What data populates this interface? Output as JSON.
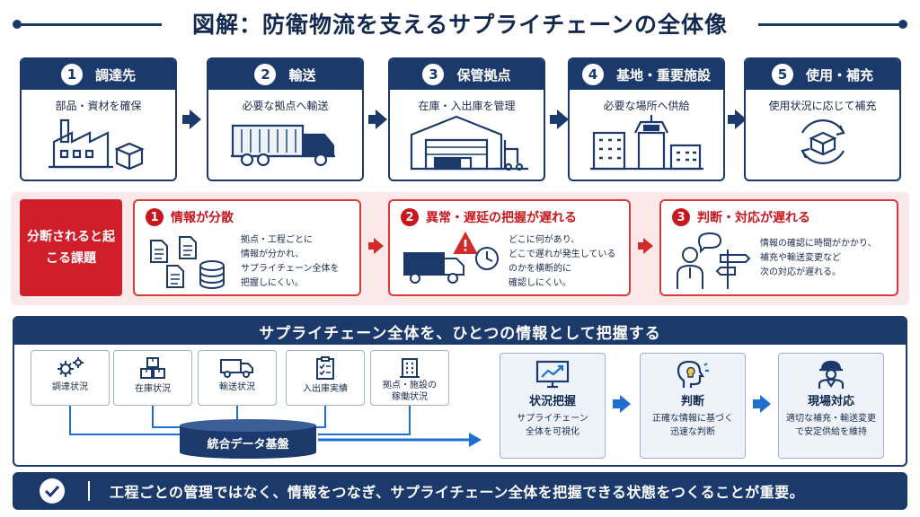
{
  "title": "図解：防衛物流を支えるサプライチェーンの全体像",
  "steps": [
    {
      "num": "1",
      "label": "調達先",
      "desc": "部品・資材を確保",
      "icon": "factory-icon"
    },
    {
      "num": "2",
      "label": "輸送",
      "desc": "必要な拠点へ輸送",
      "icon": "truck-icon"
    },
    {
      "num": "3",
      "label": "保管拠点",
      "desc": "在庫・入出庫を管理",
      "icon": "warehouse-icon"
    },
    {
      "num": "4",
      "label": "基地・重要施設",
      "desc": "必要な場所へ供給",
      "icon": "base-facility-icon"
    },
    {
      "num": "5",
      "label": "使用・補充",
      "desc": "使用状況に応じて補充",
      "icon": "replenish-cycle-icon"
    }
  ],
  "issues": {
    "label": "分断されると起こる課題",
    "items": [
      {
        "num": "1",
        "title": "情報が分散",
        "text": "拠点・工程ごとに\n情報が分かれ、\nサプライチェーン全体を\n把握しにくい。",
        "icon": "scattered-documents-icon"
      },
      {
        "num": "2",
        "title": "異常・遅延の把握が遅れる",
        "text": "どこに何があり、\nどこで遅れが発生している\nのかを横断的に\n確認しにくい。",
        "icon": "delayed-truck-icon"
      },
      {
        "num": "3",
        "title": "判断・対応が遅れる",
        "text": "情報の確認に時間がかかり、\n補充や輸送変更など\n次の対応が遅れる。",
        "icon": "confused-person-icon"
      }
    ]
  },
  "solution": {
    "heading": "サプライチェーン全体を、ひとつの情報として把握する",
    "sources": [
      {
        "label": "調達状況",
        "icon": "gears-icon"
      },
      {
        "label": "在庫状況",
        "icon": "boxes-icon"
      },
      {
        "label": "輸送状況",
        "icon": "truck-icon"
      },
      {
        "label": "入出庫実績",
        "icon": "checklist-icon"
      },
      {
        "label": "拠点・施設の\n稼働状況",
        "icon": "building-icon"
      }
    ],
    "platform": "統合データ基盤",
    "outcomes": [
      {
        "title": "状況把握",
        "text": "サプライチェーン\n全体を可視化",
        "icon": "monitor-chart-icon"
      },
      {
        "title": "判断",
        "text": "正確な情報に基づく\n迅速な判断",
        "icon": "head-lightbulb-icon"
      },
      {
        "title": "現場対応",
        "text": "適切な補充・輸送変更\nで安定供給を維持",
        "icon": "worker-helmet-icon"
      }
    ]
  },
  "footer": {
    "text": "工程ごとの管理ではなく、情報をつなぎ、サプライチェーン全体を把握できる状態をつくることが重要。",
    "icon": "check-circle-icon"
  },
  "colors": {
    "navy": "#1b3a6b",
    "red": "#cf1f2a",
    "blue": "#1f6fd1",
    "pink_band": "#fbe9e9"
  }
}
